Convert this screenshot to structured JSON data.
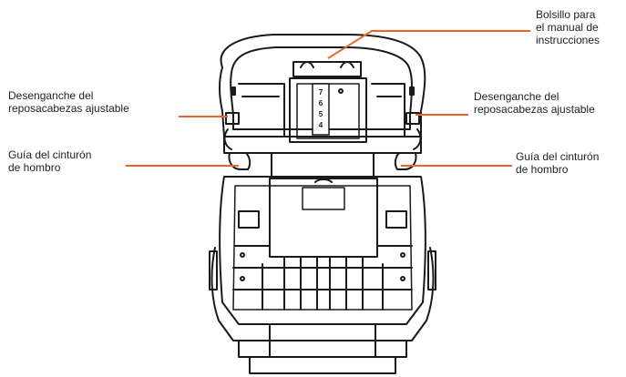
{
  "callouts": {
    "pocket": {
      "lines": [
        "Bolsillo para",
        "el manual de",
        "instrucciones"
      ]
    },
    "release_left": {
      "lines": [
        "Desenganche del",
        "reposacabezas ajustable"
      ]
    },
    "release_right": {
      "lines": [
        "Desenganche del",
        "reposacabezas ajustable"
      ]
    },
    "guide_left": {
      "lines": [
        "Guía del cinturón",
        "de hombro"
      ]
    },
    "guide_right": {
      "lines": [
        "Guía del cinturón",
        "de hombro"
      ]
    }
  },
  "height_scale": {
    "numbers": [
      "7",
      "6",
      "5",
      "4"
    ]
  },
  "colors": {
    "leader": "#e8662a",
    "outline": "#1a1a1a"
  },
  "icons": {
    "seat": "car-booster-seat-back-view"
  }
}
